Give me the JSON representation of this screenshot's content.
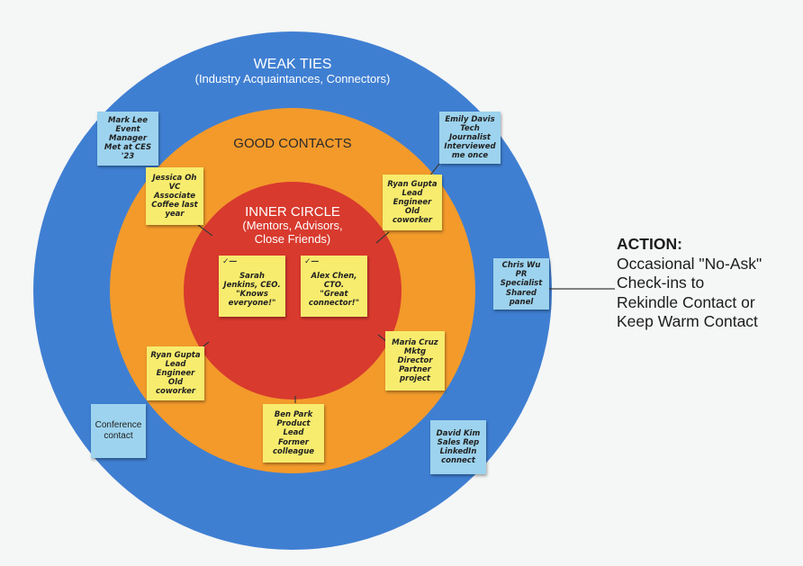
{
  "rings": {
    "outer": {
      "title": "WEAK TIES",
      "subtitle": "(Industry Acquaintances, Connectors)",
      "color": "#3f7fd2"
    },
    "middle": {
      "title": "GOOD CONTACTS",
      "color": "#f39a2b"
    },
    "inner": {
      "title": "INNER CIRCLE",
      "subtitle": "(Mentors, Advisors, Close Friends)",
      "color": "#d83a2e"
    }
  },
  "notes": {
    "mark_lee": [
      "Mark Lee",
      "Event Manager",
      "Met at CES",
      "'23"
    ],
    "emily_davis": [
      "Emily Davis",
      "Tech Journalist",
      "Interviewed",
      "me once"
    ],
    "jessica_oh": [
      "Jessica Oh",
      "VC Associate",
      "Coffee last",
      "year"
    ],
    "ryan_gupta_top": [
      "Ryan Gupta",
      "Lead Engineer",
      "Old coworker"
    ],
    "sarah_jenkins": [
      "Sarah",
      "Jenkins, CEO.",
      "\"Knows",
      "everyone!\""
    ],
    "alex_chen": [
      "Alex Chen,",
      "CTO.",
      "\"Great",
      "connector!\""
    ],
    "chris_wu": [
      "Chris Wu",
      "PR Specialist",
      "Shared panel"
    ],
    "maria_cruz": [
      "Maria Cruz",
      "Mktg Director",
      "Partner",
      "project"
    ],
    "ryan_gupta_bottom": [
      "Ryan Gupta",
      "Lead Engineer",
      "Old coworker"
    ],
    "conference": [
      "Conference",
      "contact"
    ],
    "ben_park": [
      "Ben Park",
      "Product Lead",
      "Former",
      "colleague"
    ],
    "david_kim": [
      "David Kim",
      "Sales Rep",
      "LinkedIn",
      "connect"
    ]
  },
  "action": {
    "heading": "ACTION:",
    "lines": [
      "Occasional \"No-Ask\"",
      "Check-ins to",
      "Rekindle Contact or",
      "Keep Warm Contact"
    ]
  }
}
